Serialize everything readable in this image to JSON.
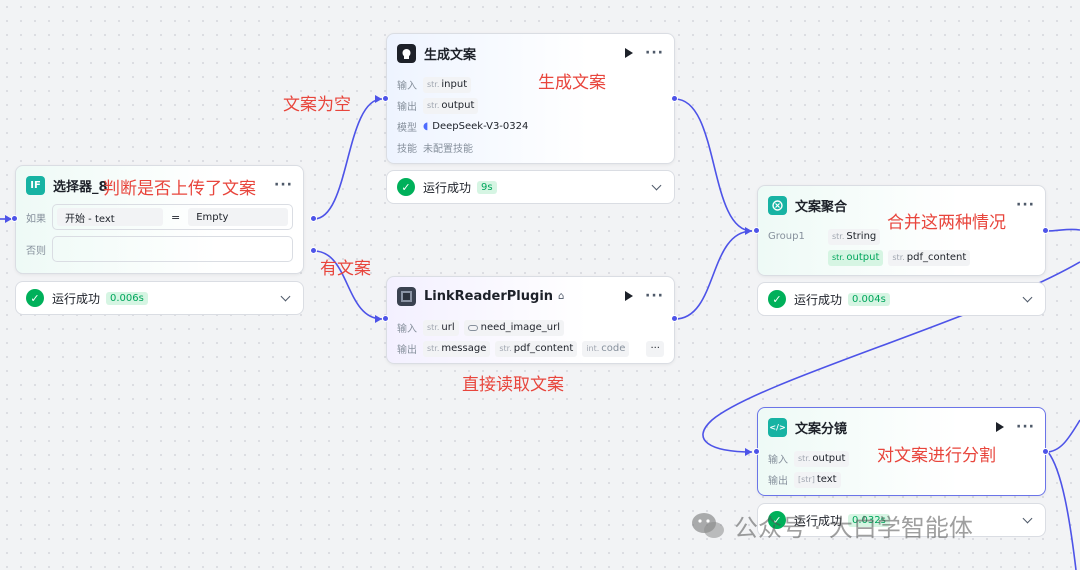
{
  "canvas": {
    "annotations": {
      "empty_copy": "文案为空",
      "generate_copy": "生成文案",
      "judge_upload": "判断是否上传了文案",
      "has_copy": "有文案",
      "read_copy": "直接读取文案",
      "merge_cases": "合并这两种情况",
      "split_copy": "对文案进行分割"
    },
    "watermark": "公众号 · 大白学智能体"
  },
  "colors": {
    "edge": "#4d53e8",
    "annotation": "#e8453c",
    "success": "#00b05a",
    "condition_icon": "#17b3a3",
    "merge_icon": "#17b3a3",
    "split_icon": "#17b3a3"
  },
  "nodes": {
    "selector": {
      "title": "选择器_8",
      "icon": "if-condition-icon",
      "icon_text": "IF",
      "if_label": "如果",
      "else_label": "否则",
      "left_operand": "开始 - text",
      "operator": "=",
      "right_operand": "Empty",
      "status": "运行成功",
      "time": "0.006s"
    },
    "generate": {
      "title": "生成文案",
      "icon": "llm-icon",
      "input_label": "输入",
      "output_label": "输出",
      "model_label": "模型",
      "skill_label": "技能",
      "input_type": "str.",
      "input_name": "input",
      "output_type": "str.",
      "output_name": "output",
      "model": "DeepSeek-V3-0324",
      "skill_value": "未配置技能",
      "status": "运行成功",
      "time": "9s"
    },
    "linkreader": {
      "title": "LinkReaderPlugin",
      "icon": "plugin-icon",
      "input_label": "输入",
      "output_label": "输出",
      "inputs": [
        {
          "type": "str.",
          "name": "url"
        },
        {
          "type": "toggle",
          "name": "need_image_url"
        }
      ],
      "outputs": [
        {
          "type": "str.",
          "name": "message"
        },
        {
          "type": "str.",
          "name": "pdf_content"
        },
        {
          "type": "int.",
          "name": "code"
        }
      ],
      "more": "···"
    },
    "merge": {
      "title": "文案聚合",
      "icon": "merge-icon",
      "group_label": "Group1",
      "group_type": "str.",
      "group_value": "String",
      "var1_type": "str.",
      "var1_name": "output",
      "var2_type": "str.",
      "var2_name": "pdf_content",
      "status": "运行成功",
      "time": "0.004s"
    },
    "split": {
      "title": "文案分镜",
      "icon": "code-icon",
      "icon_text": "</>",
      "input_label": "输入",
      "output_label": "输出",
      "input_type": "str.",
      "input_name": "output",
      "output_type": "[str]",
      "output_name": "text",
      "status": "运行成功",
      "time": "0.032s"
    }
  }
}
